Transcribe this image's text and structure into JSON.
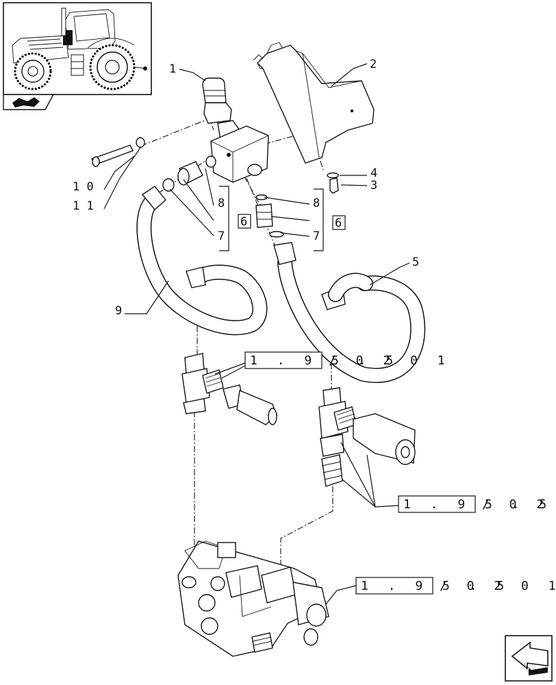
{
  "callouts": {
    "c1": "1",
    "c2": "2",
    "c3": "3",
    "c4": "4",
    "c5": "5",
    "c7_left": "7",
    "c7_right": "7",
    "c8_left": "8",
    "c8_right": "8",
    "c9": "9",
    "c10": "1 0",
    "c11": "1 1",
    "c6_left": "6",
    "c6_right": "6"
  },
  "references": {
    "ref_top": {
      "boxed": "1 . 9 5 . 5",
      "rest": "/ 0 2   0 1"
    },
    "ref_mid": {
      "boxed": "1 . 9 5 . 5",
      "rest": "/ 0 2   0 1"
    },
    "ref_bottom": {
      "boxed": "1 . 9 5 . 5",
      "rest": "/ 0 2   0 1"
    }
  },
  "icons": {
    "thumbnail": "tractor-thumbnail-icon",
    "kit_badge": "parts-kit-icon",
    "nav": "next-page-arrow-icon"
  }
}
